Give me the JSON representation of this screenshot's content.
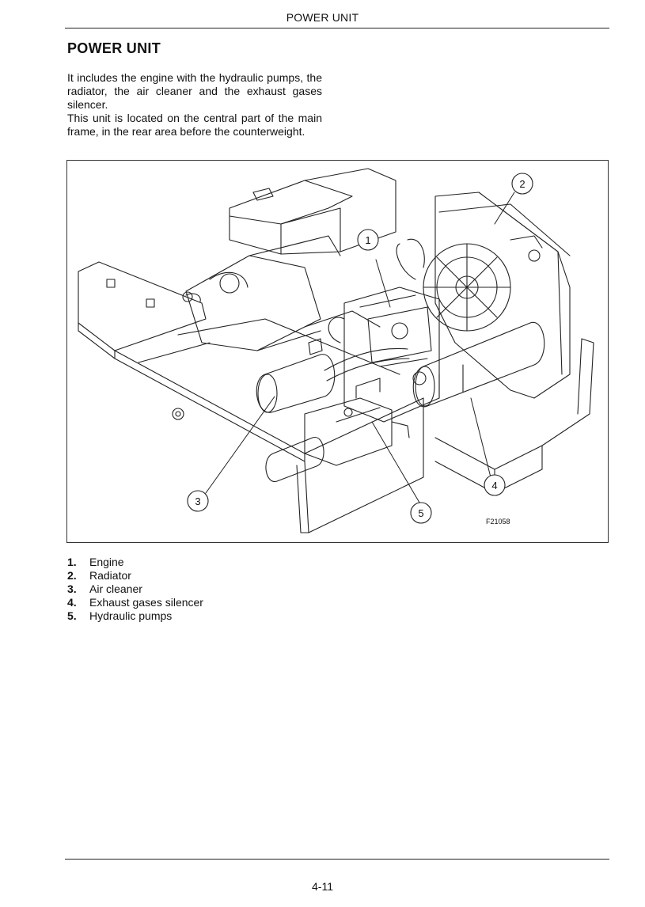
{
  "header": {
    "running_title": "POWER UNIT"
  },
  "section": {
    "title": "POWER UNIT",
    "paragraphs": [
      "It includes the engine with the hydraulic pumps, the radiator, the air cleaner and the exhaust gases silencer.",
      "This unit is located on the central part of the main frame, in the rear area before the counterweight."
    ]
  },
  "figure": {
    "code": "F21058",
    "callouts": [
      "1",
      "2",
      "3",
      "4",
      "5"
    ]
  },
  "legend": [
    {
      "num": "1.",
      "label": "Engine"
    },
    {
      "num": "2.",
      "label": "Radiator"
    },
    {
      "num": "3.",
      "label": "Air cleaner"
    },
    {
      "num": "4.",
      "label": "Exhaust gases silencer"
    },
    {
      "num": "5.",
      "label": "Hydraulic pumps"
    }
  ],
  "footer": {
    "page_number": "4-11"
  }
}
